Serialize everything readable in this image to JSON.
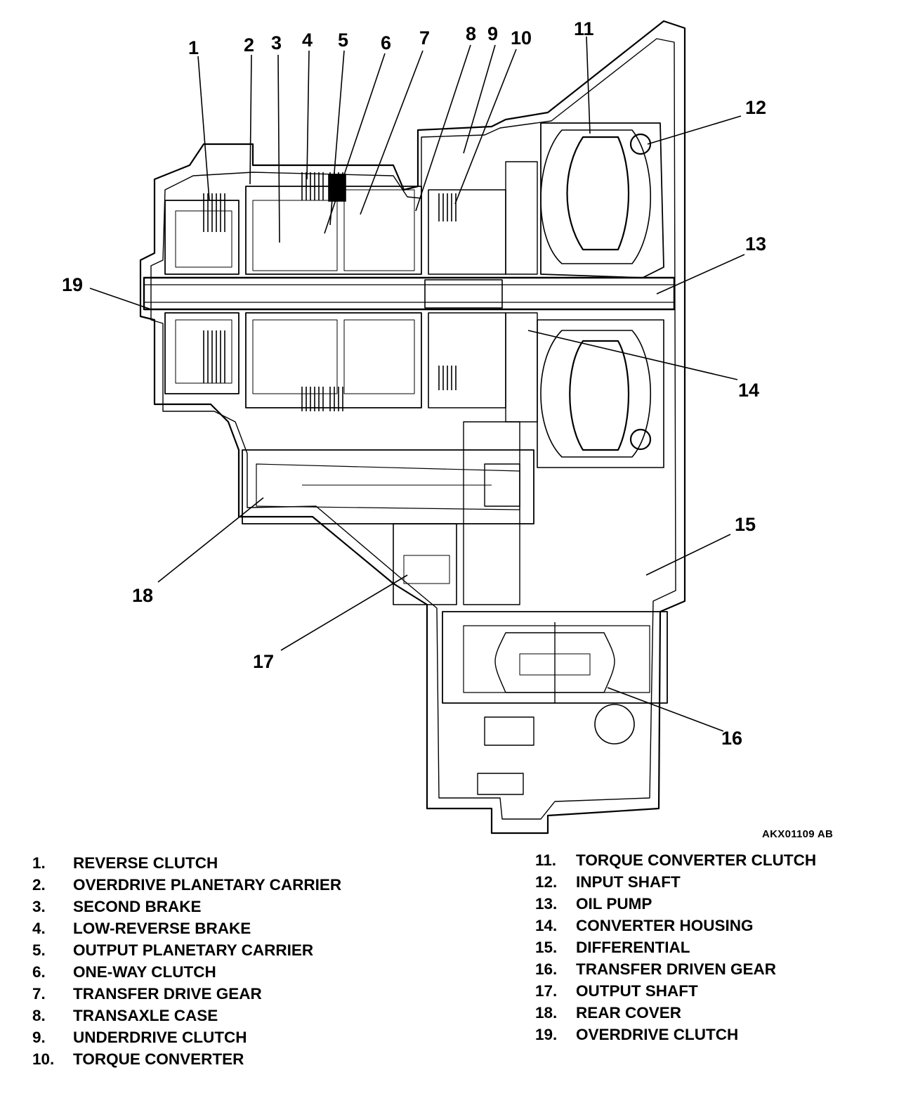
{
  "figure": {
    "id": "AKX01109 AB",
    "callouts": [
      {
        "number": "1"
      },
      {
        "number": "2"
      },
      {
        "number": "3"
      },
      {
        "number": "4"
      },
      {
        "number": "5"
      },
      {
        "number": "6"
      },
      {
        "number": "7"
      },
      {
        "number": "8"
      },
      {
        "number": "9"
      },
      {
        "number": "10"
      },
      {
        "number": "11"
      },
      {
        "number": "12"
      },
      {
        "number": "13"
      },
      {
        "number": "14"
      },
      {
        "number": "15"
      },
      {
        "number": "16"
      },
      {
        "number": "17"
      },
      {
        "number": "18"
      },
      {
        "number": "19"
      }
    ]
  },
  "legend": {
    "left": [
      {
        "num": "1.",
        "label": "REVERSE CLUTCH"
      },
      {
        "num": "2.",
        "label": "OVERDRIVE PLANETARY CARRIER"
      },
      {
        "num": "3.",
        "label": "SECOND BRAKE"
      },
      {
        "num": "4.",
        "label": "LOW-REVERSE BRAKE"
      },
      {
        "num": "5.",
        "label": "OUTPUT PLANETARY CARRIER"
      },
      {
        "num": "6.",
        "label": "ONE-WAY CLUTCH"
      },
      {
        "num": "7.",
        "label": "TRANSFER DRIVE GEAR"
      },
      {
        "num": "8.",
        "label": "TRANSAXLE CASE"
      },
      {
        "num": "9.",
        "label": "UNDERDRIVE CLUTCH"
      },
      {
        "num": "10.",
        "label": "TORQUE CONVERTER"
      }
    ],
    "right": [
      {
        "num": "11.",
        "label": "TORQUE CONVERTER CLUTCH"
      },
      {
        "num": "12.",
        "label": "INPUT SHAFT"
      },
      {
        "num": "13.",
        "label": "OIL PUMP"
      },
      {
        "num": "14.",
        "label": "CONVERTER HOUSING"
      },
      {
        "num": "15.",
        "label": "DIFFERENTIAL"
      },
      {
        "num": "16.",
        "label": "TRANSFER DRIVEN GEAR"
      },
      {
        "num": "17.",
        "label": "OUTPUT SHAFT"
      },
      {
        "num": "18.",
        "label": "REAR COVER"
      },
      {
        "num": "19.",
        "label": "OVERDRIVE CLUTCH"
      }
    ]
  }
}
